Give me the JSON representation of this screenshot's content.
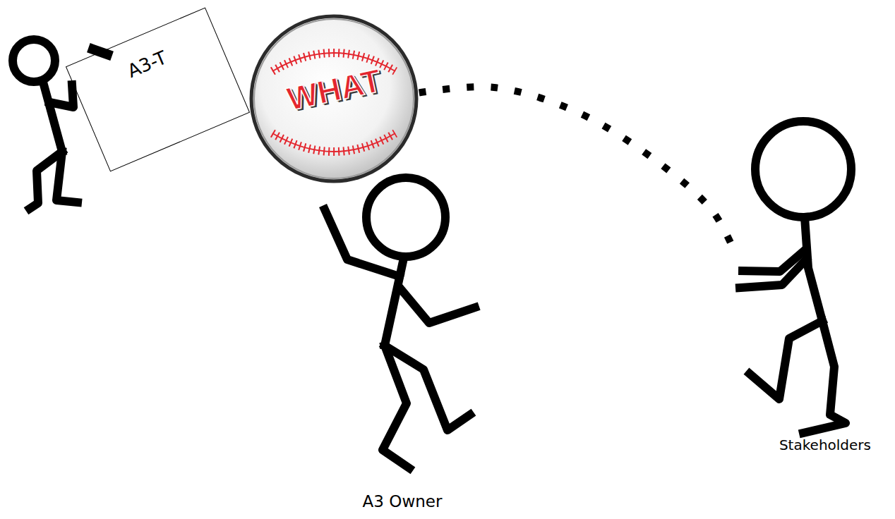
{
  "diagram": {
    "nodes": [
      {
        "text": [
          "A3-T"
        ]
      },
      {
        "text": [
          "WHAT"
        ]
      },
      {
        "text": [
          "A3 Owner"
        ]
      },
      {
        "text": [
          "Stakeholders"
        ]
      }
    ],
    "edges": [
      {
        "from": 1,
        "to": 3,
        "arrow": "none"
      }
    ]
  }
}
